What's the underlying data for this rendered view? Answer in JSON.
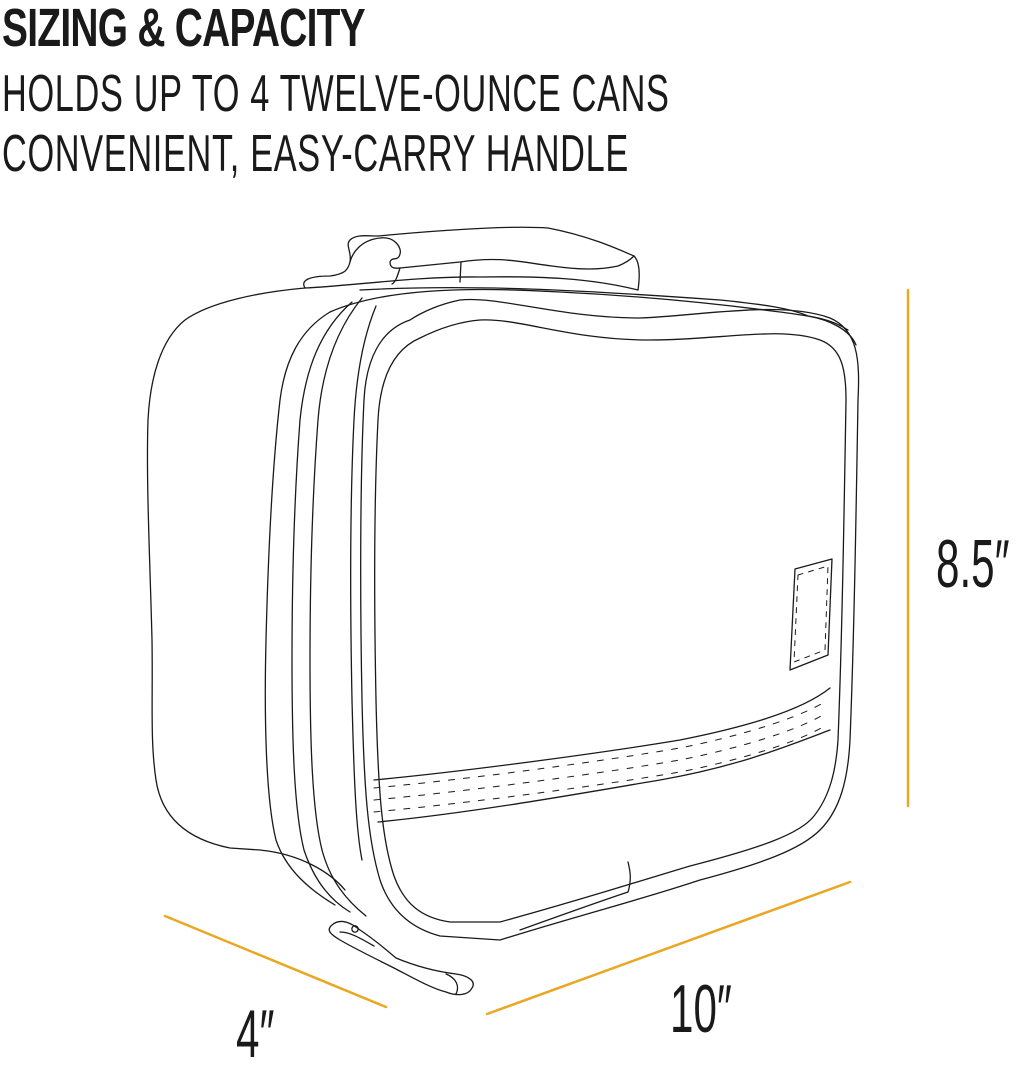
{
  "heading": {
    "title": "SIZING & CAPACITY",
    "lines": [
      "HOLDS UP TO 4 TWELVE-OUNCE CANS",
      "CONVENIENT, EASY-CARRY HANDLE"
    ]
  },
  "dimensions": {
    "height": "8.5″",
    "length": "10″",
    "depth": "4″"
  },
  "colors": {
    "accent_line": "#E8A823",
    "outline": "#1a1a1a",
    "background": "#ffffff"
  },
  "illustration": {
    "subject": "lunch-bag-line-drawing",
    "features": [
      "top-carry-handle",
      "zipper-with-pull",
      "front-label-patch",
      "reflective-stitched-band"
    ]
  }
}
